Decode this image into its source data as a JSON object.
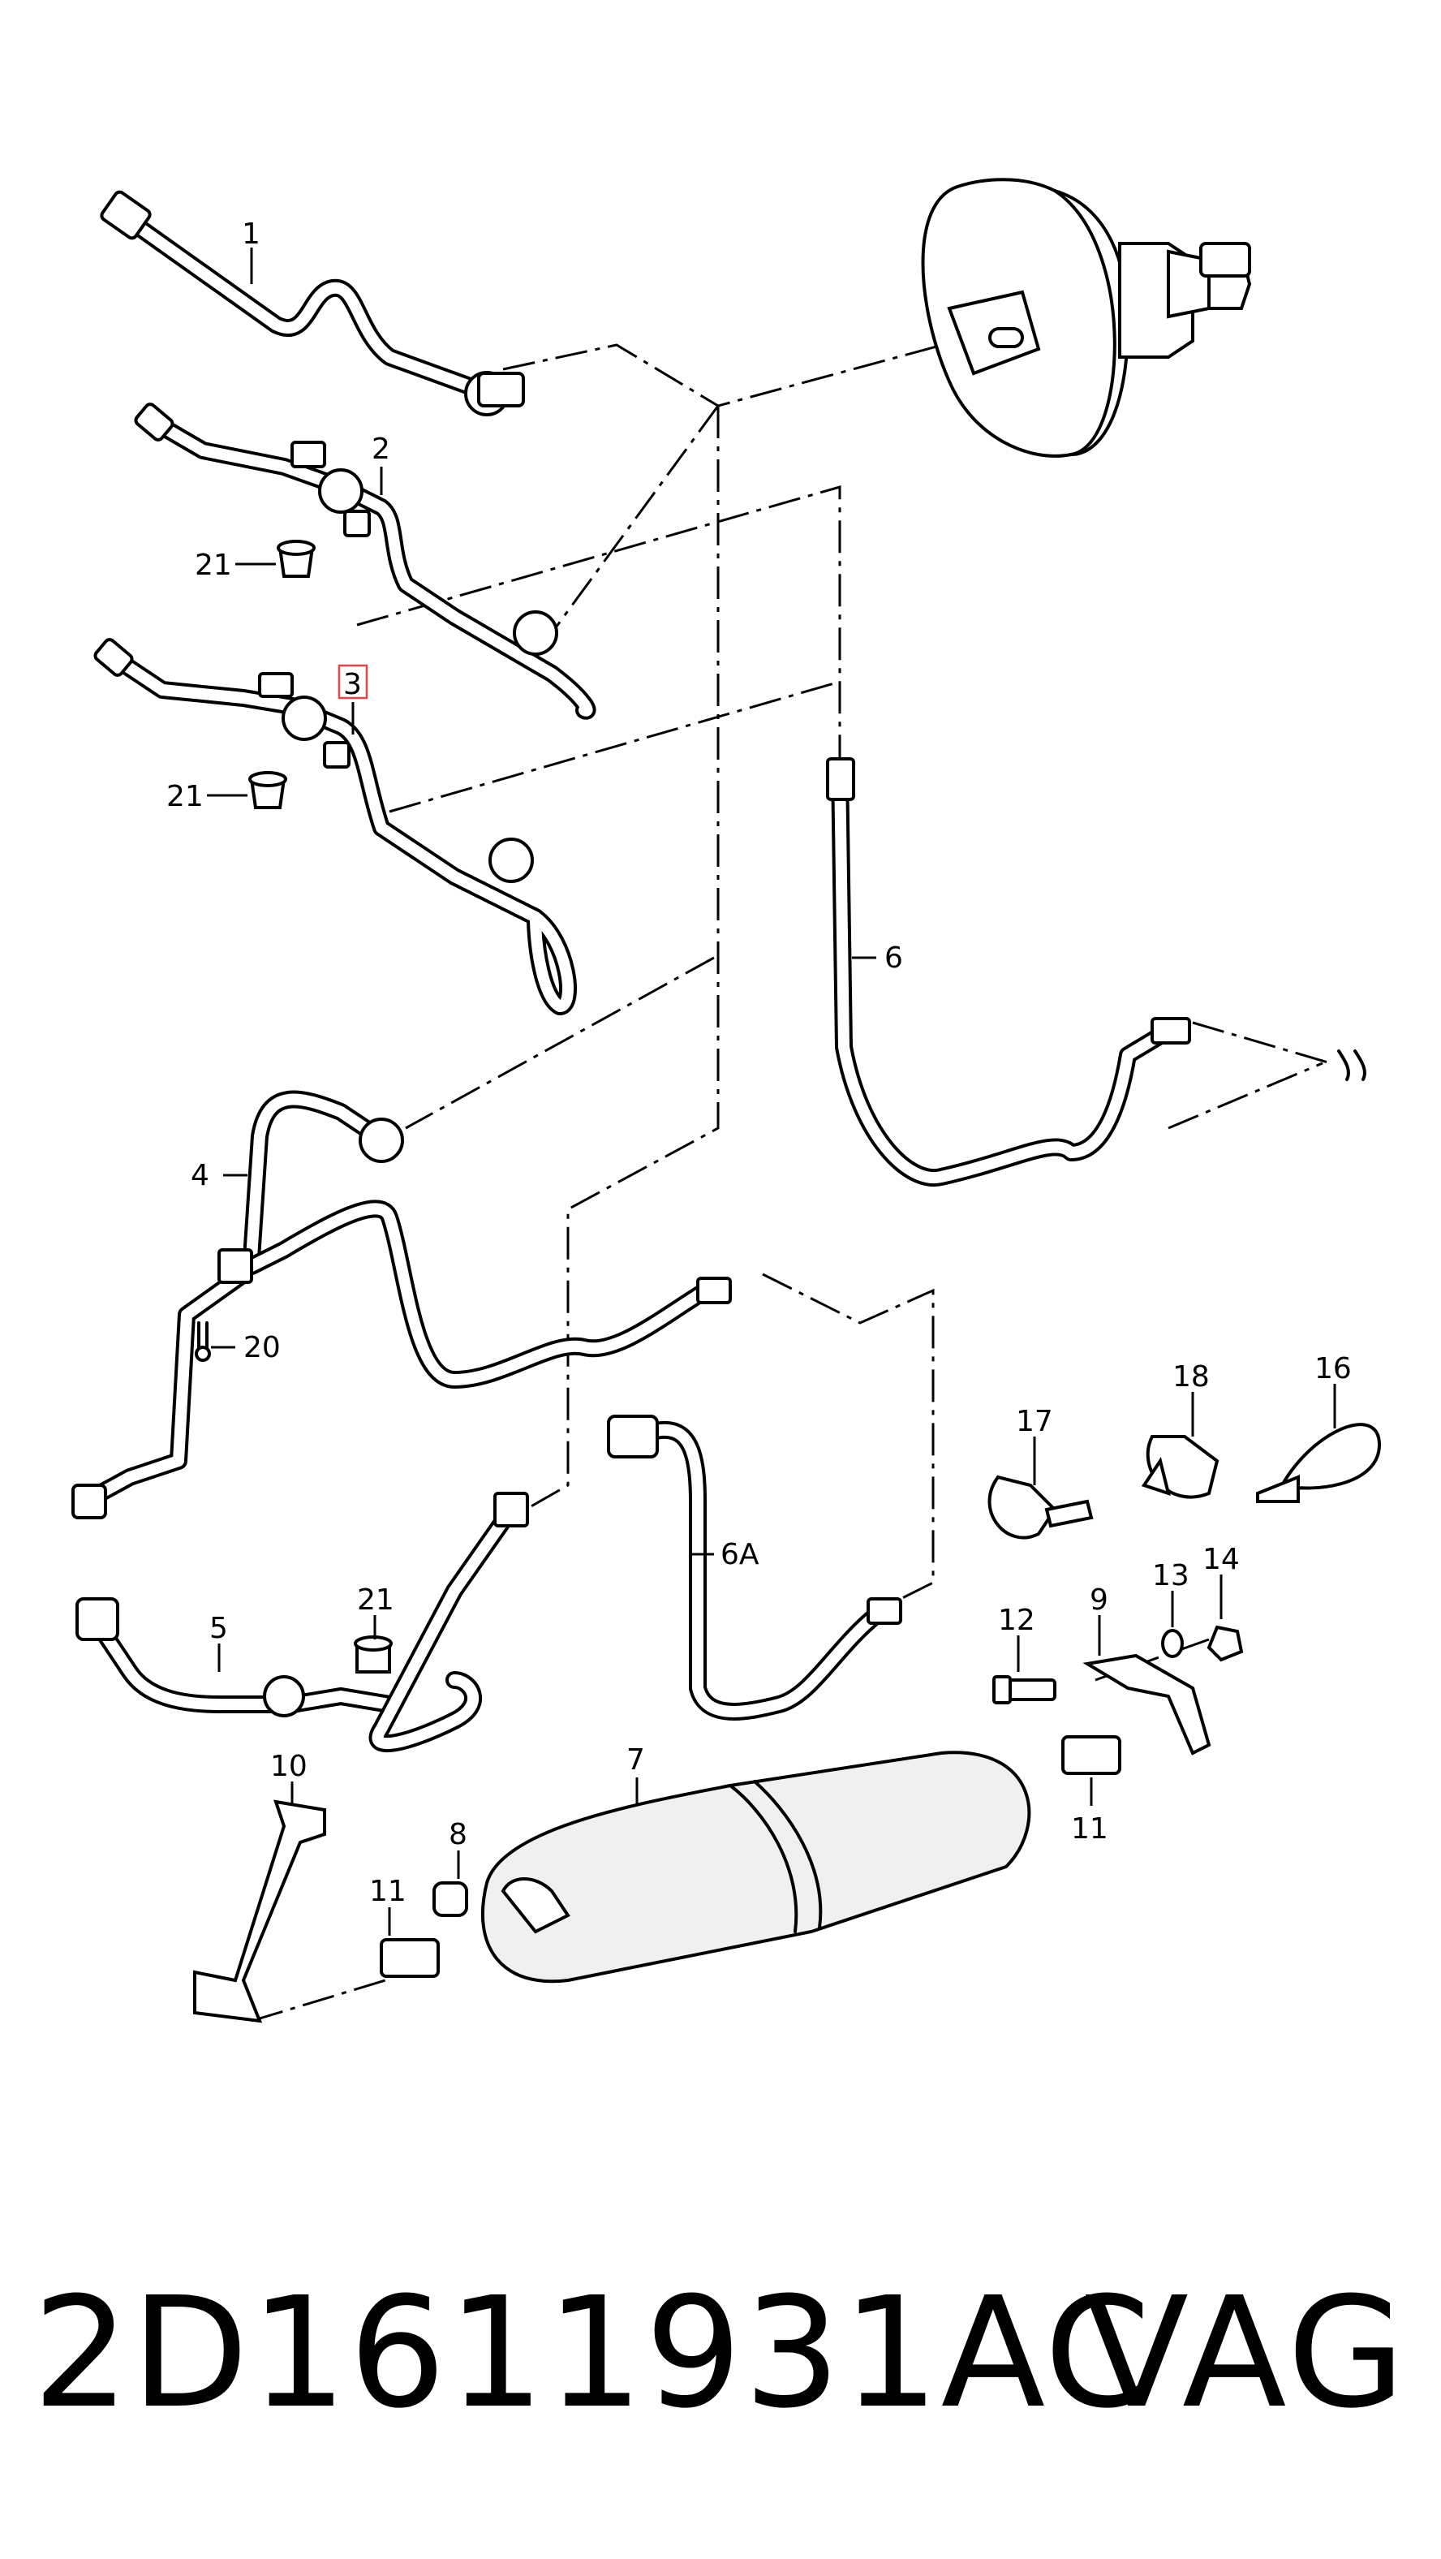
{
  "callouts": [
    {
      "id": "1",
      "text": "1"
    },
    {
      "id": "2",
      "text": "2"
    },
    {
      "id": "3",
      "text": "3",
      "highlighted": true
    },
    {
      "id": "4",
      "text": "4"
    },
    {
      "id": "5",
      "text": "5"
    },
    {
      "id": "6",
      "text": "6"
    },
    {
      "id": "6A",
      "text": "6A"
    },
    {
      "id": "7",
      "text": "7"
    },
    {
      "id": "8",
      "text": "8"
    },
    {
      "id": "9",
      "text": "9"
    },
    {
      "id": "10",
      "text": "10"
    },
    {
      "id": "11a",
      "text": "11"
    },
    {
      "id": "11b",
      "text": "11"
    },
    {
      "id": "12",
      "text": "12"
    },
    {
      "id": "13",
      "text": "13"
    },
    {
      "id": "14",
      "text": "14"
    },
    {
      "id": "16",
      "text": "16"
    },
    {
      "id": "17",
      "text": "17"
    },
    {
      "id": "18",
      "text": "18"
    },
    {
      "id": "20",
      "text": "20"
    },
    {
      "id": "21a",
      "text": "21"
    },
    {
      "id": "21b",
      "text": "21"
    },
    {
      "id": "21c",
      "text": "21"
    }
  ],
  "highlight_color": "#e0474c",
  "footer": {
    "part_number": "2D1611931AC",
    "brand": "VAG"
  }
}
